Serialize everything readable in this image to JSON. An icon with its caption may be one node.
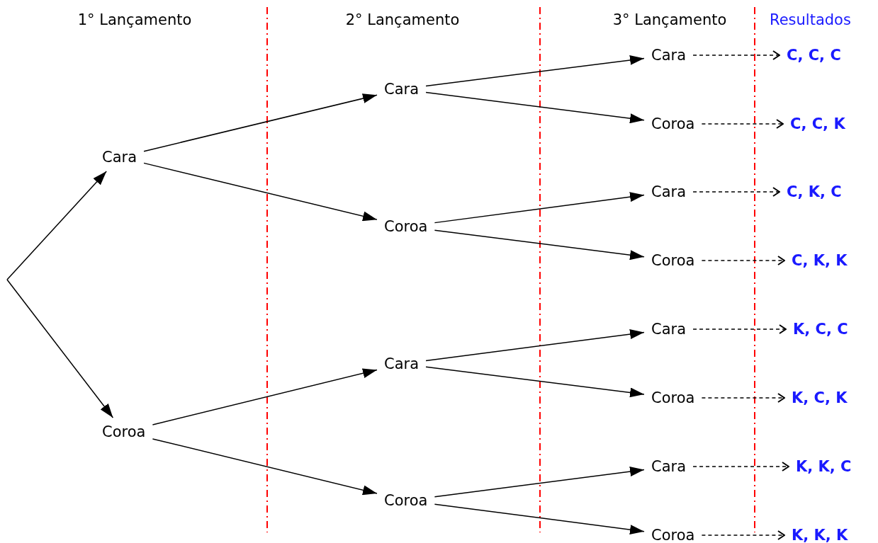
{
  "diagram": {
    "nodes": [
      {
        "text": [
          "Cara"
        ]
      },
      {
        "text": [
          "Coroa"
        ]
      },
      {
        "text": [
          "Cara"
        ]
      },
      {
        "text": [
          "Coroa"
        ]
      },
      {
        "text": [
          "Cara"
        ]
      },
      {
        "text": [
          "Coroa"
        ]
      },
      {
        "text": [
          "Cara"
        ]
      },
      {
        "text": [
          "Coroa"
        ]
      },
      {
        "text": [
          "Cara"
        ]
      },
      {
        "text": [
          "Coroa"
        ]
      },
      {
        "text": [
          "Cara"
        ]
      },
      {
        "text": [
          "Coroa"
        ]
      },
      {
        "text": [
          "Cara"
        ]
      },
      {
        "text": [
          "Coroa"
        ]
      },
      {
        "text": [
          "C, C, C"
        ]
      },
      {
        "text": [
          "C, C, K"
        ]
      },
      {
        "text": [
          "C, K, C"
        ]
      },
      {
        "text": [
          "C, K, K"
        ]
      },
      {
        "text": [
          "K, C, C"
        ]
      },
      {
        "text": [
          "K, C, K"
        ]
      },
      {
        "text": [
          "K, K, C"
        ]
      },
      {
        "text": [
          "K, K, K"
        ]
      }
    ],
    "edges": [
      {
        "from": null,
        "to": 0,
        "arrow": "to"
      },
      {
        "from": null,
        "to": 1,
        "arrow": "to"
      },
      {
        "from": 0,
        "to": 2,
        "arrow": "to"
      },
      {
        "from": 0,
        "to": 3,
        "arrow": "to"
      },
      {
        "from": 1,
        "to": 4,
        "arrow": "to"
      },
      {
        "from": 1,
        "to": 5,
        "arrow": "to"
      },
      {
        "from": 2,
        "to": 6,
        "arrow": "to"
      },
      {
        "from": 2,
        "to": 7,
        "arrow": "to"
      },
      {
        "from": 3,
        "to": 8,
        "arrow": "to"
      },
      {
        "from": 3,
        "to": 9,
        "arrow": "to"
      },
      {
        "from": 4,
        "to": 10,
        "arrow": "to"
      },
      {
        "from": 4,
        "to": 11,
        "arrow": "to"
      },
      {
        "from": 5,
        "to": 12,
        "arrow": "to"
      },
      {
        "from": 5,
        "to": 13,
        "arrow": "to"
      },
      {
        "from": 6,
        "to": 14,
        "arrow": "to",
        "style": "dashed"
      },
      {
        "from": 7,
        "to": 15,
        "arrow": "to",
        "style": "dashed"
      },
      {
        "from": 8,
        "to": 16,
        "arrow": "to",
        "style": "dashed"
      },
      {
        "from": 9,
        "to": 17,
        "arrow": "to",
        "style": "dashed"
      },
      {
        "from": 10,
        "to": 18,
        "arrow": "to",
        "style": "dashed"
      },
      {
        "from": 11,
        "to": 19,
        "arrow": "to",
        "style": "dashed"
      },
      {
        "from": 12,
        "to": 20,
        "arrow": "to",
        "style": "dashed"
      },
      {
        "from": 13,
        "to": 21,
        "arrow": "to",
        "style": "dashed"
      }
    ],
    "labels": [
      "1° Lançamento",
      "2° Lançamento",
      "3° Lançamento",
      "Resultados"
    ]
  }
}
